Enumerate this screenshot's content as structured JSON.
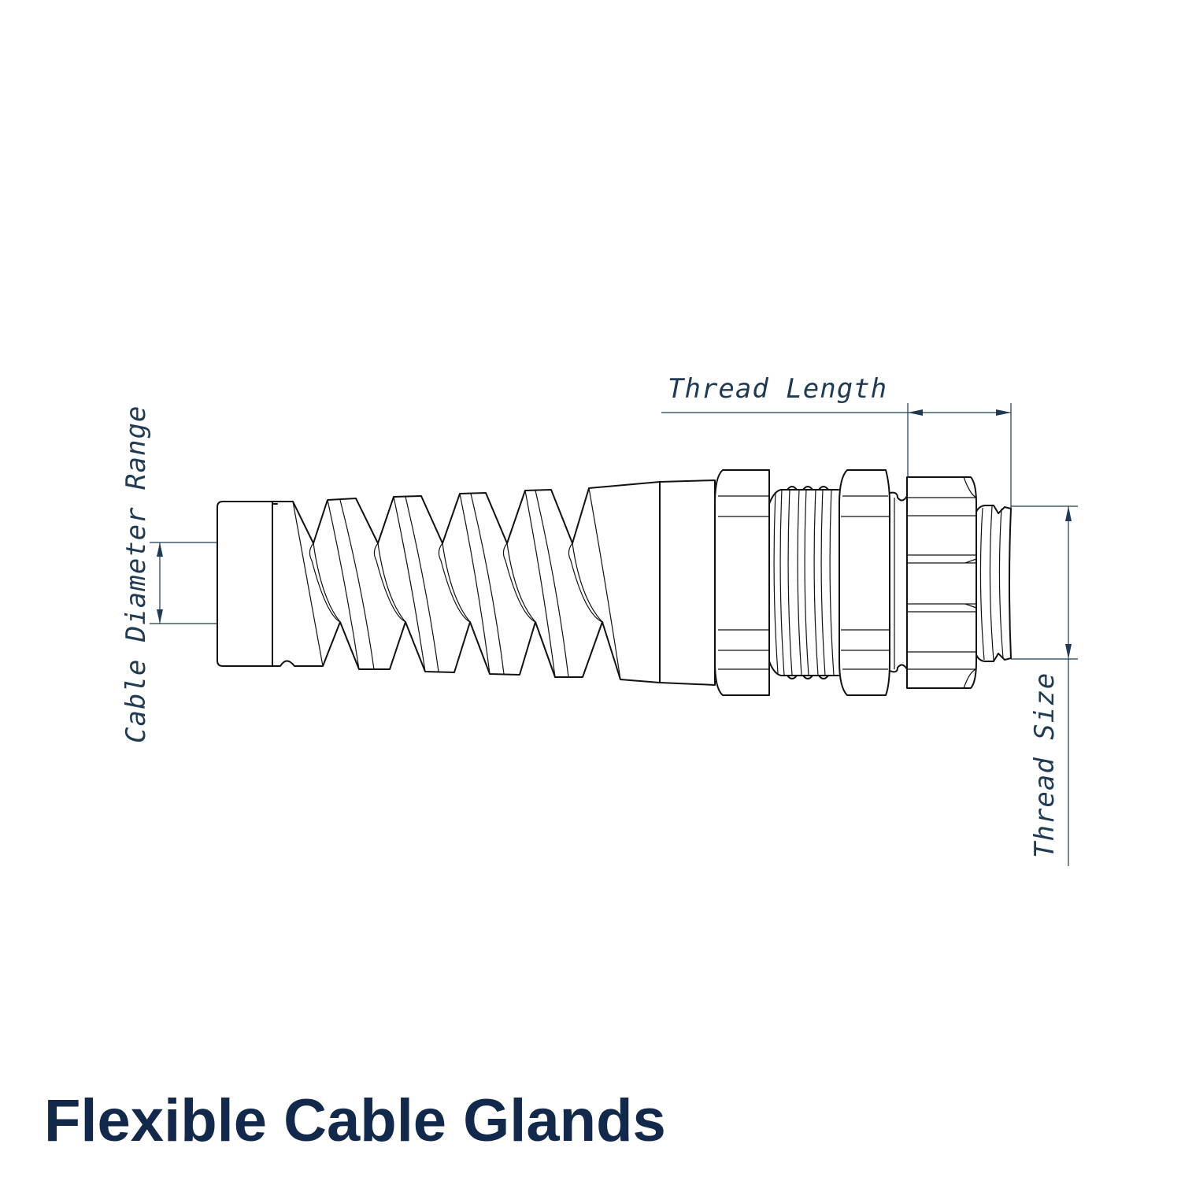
{
  "dimensions": {
    "thread_length_label": "Thread Length",
    "cable_diameter_label": "Cable Diameter Range",
    "thread_size_label": "Thread Size"
  },
  "colors": {
    "dimension": "#1f3a52",
    "title": "#13294b",
    "outline": "#111111"
  },
  "title": "Flexible Cable Glands"
}
